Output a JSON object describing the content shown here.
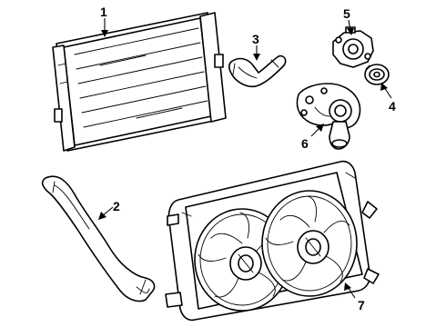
{
  "callouts": [
    {
      "id": "1",
      "text": "1"
    },
    {
      "id": "2",
      "text": "2"
    },
    {
      "id": "3",
      "text": "3"
    },
    {
      "id": "4",
      "text": "4"
    },
    {
      "id": "5",
      "text": "5"
    },
    {
      "id": "6",
      "text": "6"
    },
    {
      "id": "7",
      "text": "7"
    }
  ],
  "colors": {
    "line": "#000000",
    "background": "#ffffff"
  }
}
